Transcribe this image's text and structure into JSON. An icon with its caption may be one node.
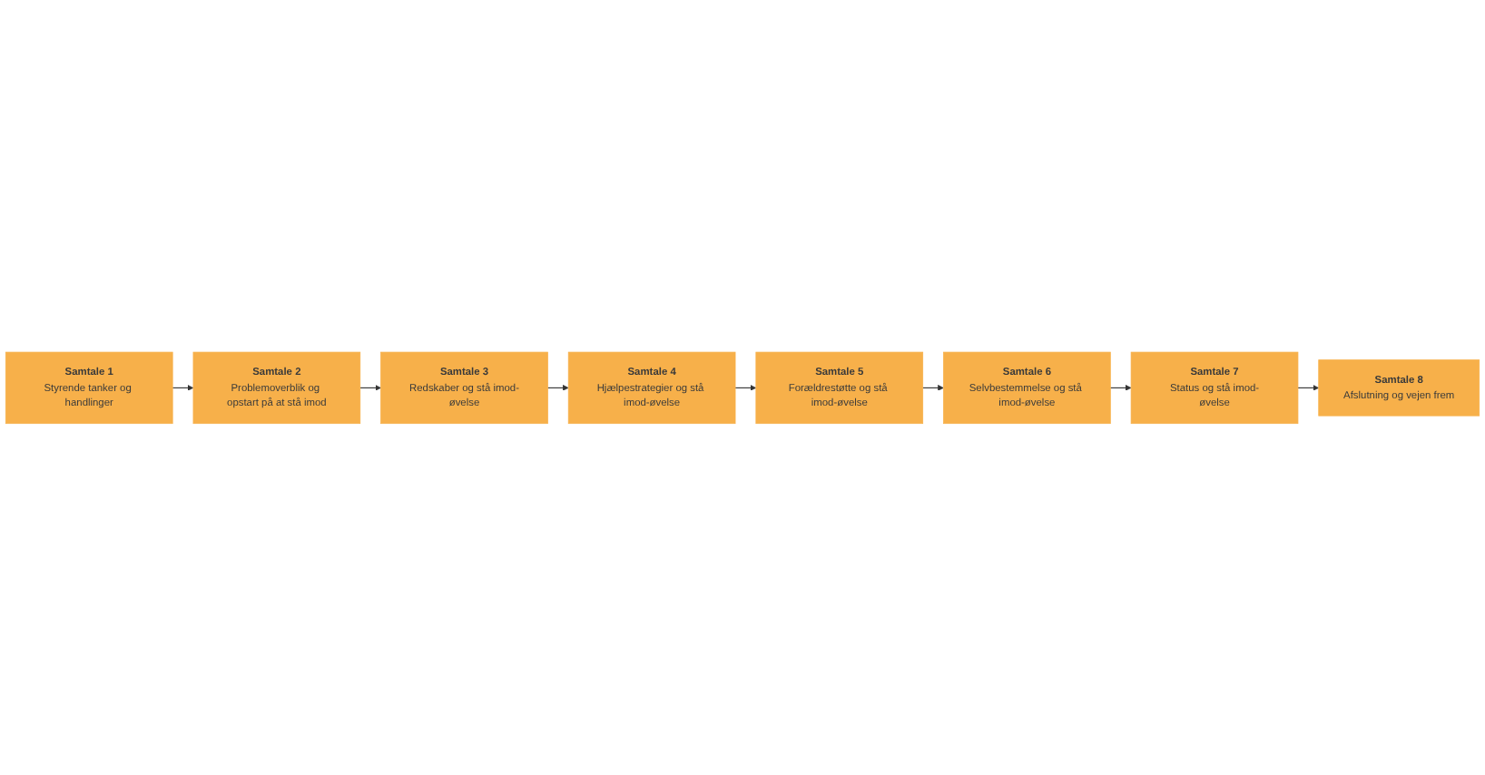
{
  "diagram": {
    "nodes": [
      {
        "text": [
          "Samtale 1",
          "Styrende tanker og handlinger"
        ]
      },
      {
        "text": [
          "Samtale 2",
          "Problemoverblik og opstart på at stå imod"
        ]
      },
      {
        "text": [
          "Samtale 3",
          "Redskaber og stå imod-øvelse"
        ]
      },
      {
        "text": [
          "Samtale 4",
          "Hjælpestrategier og stå imod-øvelse"
        ]
      },
      {
        "text": [
          "Samtale 5",
          "Forældrestøtte og stå imod-øvelse"
        ]
      },
      {
        "text": [
          "Samtale 6",
          "Selvbestemmelse og stå imod-øvelse"
        ]
      },
      {
        "text": [
          "Samtale 7",
          "Status og stå imod-øvelse"
        ]
      },
      {
        "text": [
          "Samtale 8",
          "Afslutning og vejen frem"
        ]
      }
    ],
    "edges": [
      {
        "from": 0,
        "to": 1,
        "arrow": "to"
      },
      {
        "from": 1,
        "to": 2,
        "arrow": "to"
      },
      {
        "from": 2,
        "to": 3,
        "arrow": "to"
      },
      {
        "from": 3,
        "to": 4,
        "arrow": "to"
      },
      {
        "from": 4,
        "to": 5,
        "arrow": "to"
      },
      {
        "from": 5,
        "to": 6,
        "arrow": "to"
      },
      {
        "from": 6,
        "to": 7,
        "arrow": "to"
      }
    ]
  }
}
